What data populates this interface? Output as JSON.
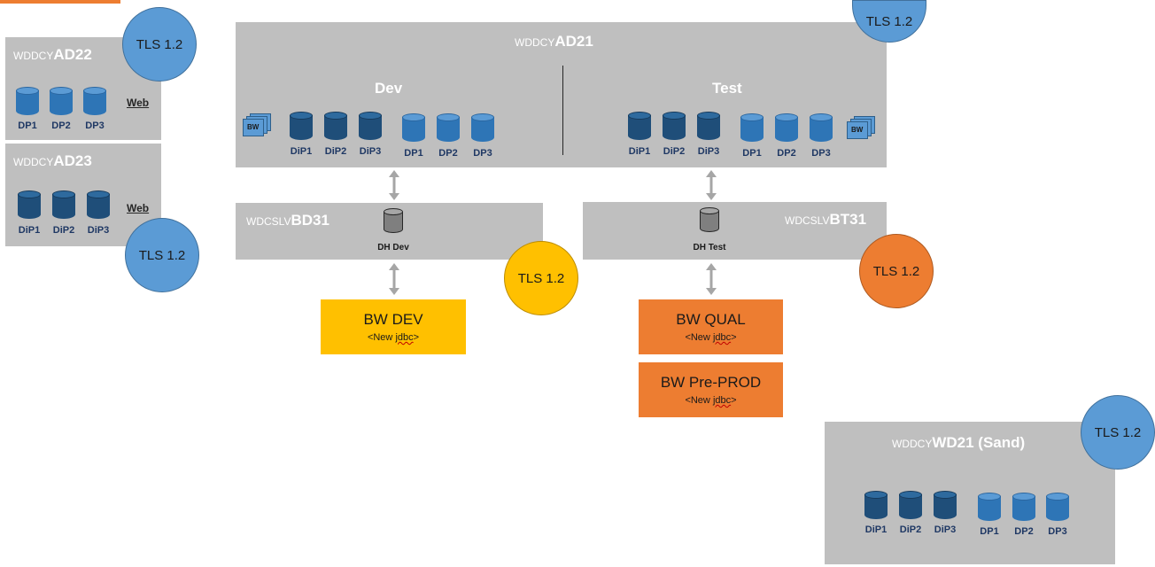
{
  "servers": {
    "ad22": {
      "prefix": "WDDCY",
      "name": "AD22",
      "databases": [
        "DP1",
        "DP2",
        "DP3"
      ],
      "web": "Web",
      "tls": "TLS 1.2"
    },
    "ad23": {
      "prefix": "WDDCY",
      "name": "AD23",
      "databases": [
        "DiP1",
        "DiP2",
        "DiP3"
      ],
      "web": "Web",
      "tls": "TLS 1.2"
    },
    "ad21": {
      "prefix": "WDDCY",
      "name": "AD21",
      "tls": "TLS 1.2",
      "dev": {
        "label": "Dev",
        "bw": "BW",
        "dip": [
          "DiP1",
          "DiP2",
          "DiP3"
        ],
        "dp": [
          "DP1",
          "DP2",
          "DP3"
        ]
      },
      "test": {
        "label": "Test",
        "bw": "BW",
        "dip": [
          "DiP1",
          "DiP2",
          "DiP3"
        ],
        "dp": [
          "DP1",
          "DP2",
          "DP3"
        ]
      }
    },
    "bd31": {
      "prefix": "WDCSLV",
      "name": "BD31",
      "db": "DH Dev",
      "tls": "TLS 1.2"
    },
    "bt31": {
      "prefix": "WDCSLV",
      "name": "BT31",
      "db": "DH Test",
      "tls": "TLS 1.2"
    },
    "wd21": {
      "prefix": "WDDCY",
      "name": "WD21 (Sand)",
      "tls": "TLS 1.2",
      "dip": [
        "DiP1",
        "DiP2",
        "DiP3"
      ],
      "dp": [
        "DP1",
        "DP2",
        "DP3"
      ]
    }
  },
  "targets": {
    "bw_dev": {
      "title": "BW DEV",
      "sub_pre": "<New ",
      "sub_word": "jdbc",
      "sub_post": ">"
    },
    "bw_qual": {
      "title": "BW QUAL",
      "sub_pre": "<New ",
      "sub_word": "jdbc",
      "sub_post": ">"
    },
    "bw_preprod": {
      "title": "BW Pre-PROD",
      "sub_pre": "<New ",
      "sub_word": "jdbc",
      "sub_post": ">"
    }
  },
  "colors": {
    "box": "#bfbfbf",
    "blue_circle": "#5b9bd5",
    "yellow": "#ffc000",
    "orange": "#ed7d31",
    "db_dark": "#1f4e79",
    "db_light": "#2e75b6",
    "arrow": "#a6a6a6"
  }
}
